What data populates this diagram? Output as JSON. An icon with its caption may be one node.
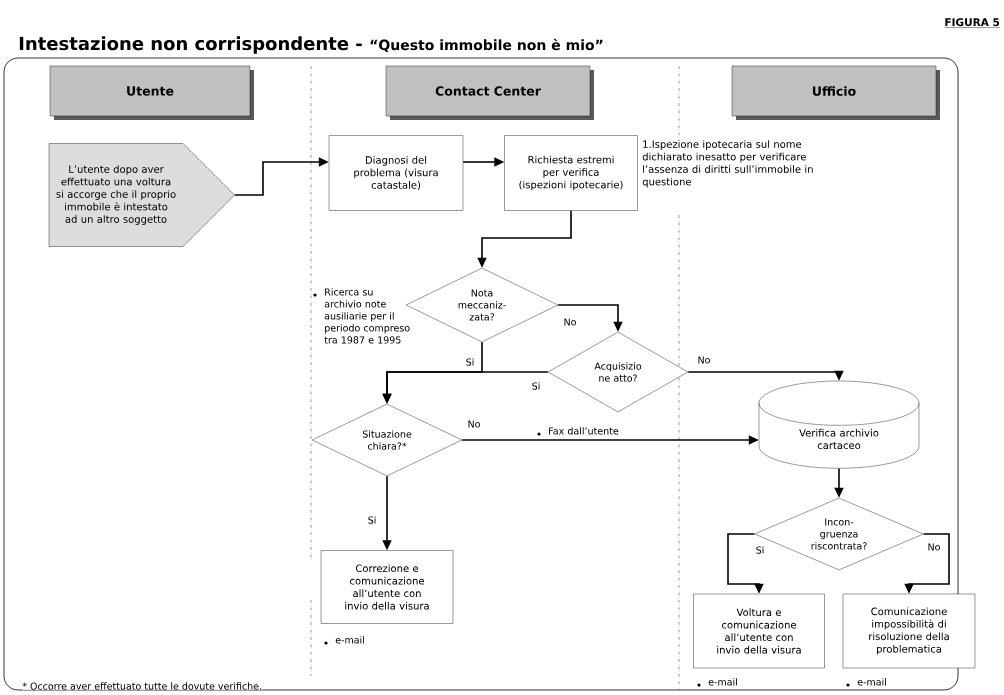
{
  "diagram": {
    "title": "Intestazione non corrispondente -",
    "nodes": [
      {
        "text": [
          "Utente"
        ]
      },
      {
        "text": [
          "Contact Center"
        ]
      },
      {
        "text": [
          "Ufficio"
        ]
      },
      {
        "text": [
          "L’utente dopo aver effettuato una voltura si accorge che il proprio immobile è intestato ad un altro soggetto"
        ]
      },
      {
        "text": [
          "Diagnosi del problema (visura catastale)"
        ]
      },
      {
        "text": [
          "Richiesta estremi per verifica (ispezioni ipotecarie)"
        ],
        "beside": [
          "1.Ispezione ipotecaria sul nome dichiarato inesatto per verificare l’assenza di diritti sull’immobile in questione"
        ]
      },
      {
        "text": [
          "Nota meccaniz-zata?"
        ],
        "beside": [
          "Ricerca su archivio note ausiliarie per il periodo compreso tra 1987 e 1995"
        ]
      },
      {
        "text": [
          "Acquisizio ne atto?"
        ],
        "beside": [
          "Fax dall’utente"
        ]
      },
      {
        "text": [
          "Situazione chiara?*"
        ]
      },
      {
        "text": [
          "Verifica archivio cartaceo"
        ]
      },
      {
        "text": [
          "Incon-gruenza riscontrata?"
        ]
      },
      {
        "text": [
          "Correzione e comunicazione all’utente con invio della visura"
        ],
        "beside": [
          "e-mail"
        ]
      },
      {
        "text": [
          "Voltura e comunicazione all’utente con invio della visura"
        ],
        "beside": [
          "e-mail"
        ]
      },
      {
        "text": [
          "Comunicazione impossibilità di risoluzione della problematica"
        ],
        "beside": [
          "e-mail"
        ]
      }
    ],
    "edges": [
      {
        "from": 3,
        "to": 4,
        "arrow": "to"
      },
      {
        "from": 4,
        "to": 5,
        "arrow": "to"
      },
      {
        "from": 5,
        "to": 6,
        "arrow": "to"
      },
      {
        "from": 6,
        "to": 7,
        "arrow": "to",
        "label": "No"
      },
      {
        "from": 6,
        "to": 8,
        "arrow": "to",
        "label": "Si"
      },
      {
        "from": 7,
        "to": 8,
        "arrow": "to",
        "label": "Si"
      },
      {
        "from": 7,
        "to": 9,
        "arrow": "to",
        "label": "No"
      },
      {
        "from": 8,
        "to": 9,
        "arrow": "to",
        "label": "No"
      },
      {
        "from": 8,
        "to": 11,
        "arrow": "to",
        "label": "Si"
      },
      {
        "from": 9,
        "to": 10,
        "arrow": "to"
      },
      {
        "from": 10,
        "to": 12,
        "arrow": "to",
        "label": "Si"
      },
      {
        "from": 10,
        "to": 13,
        "arrow": "to",
        "label": "No"
      }
    ],
    "labels": [
      "FIGURA 5",
      "“Questo immobile non è mio”",
      "* Occorre aver effettuato tutte le dovute verifiche."
    ]
  }
}
